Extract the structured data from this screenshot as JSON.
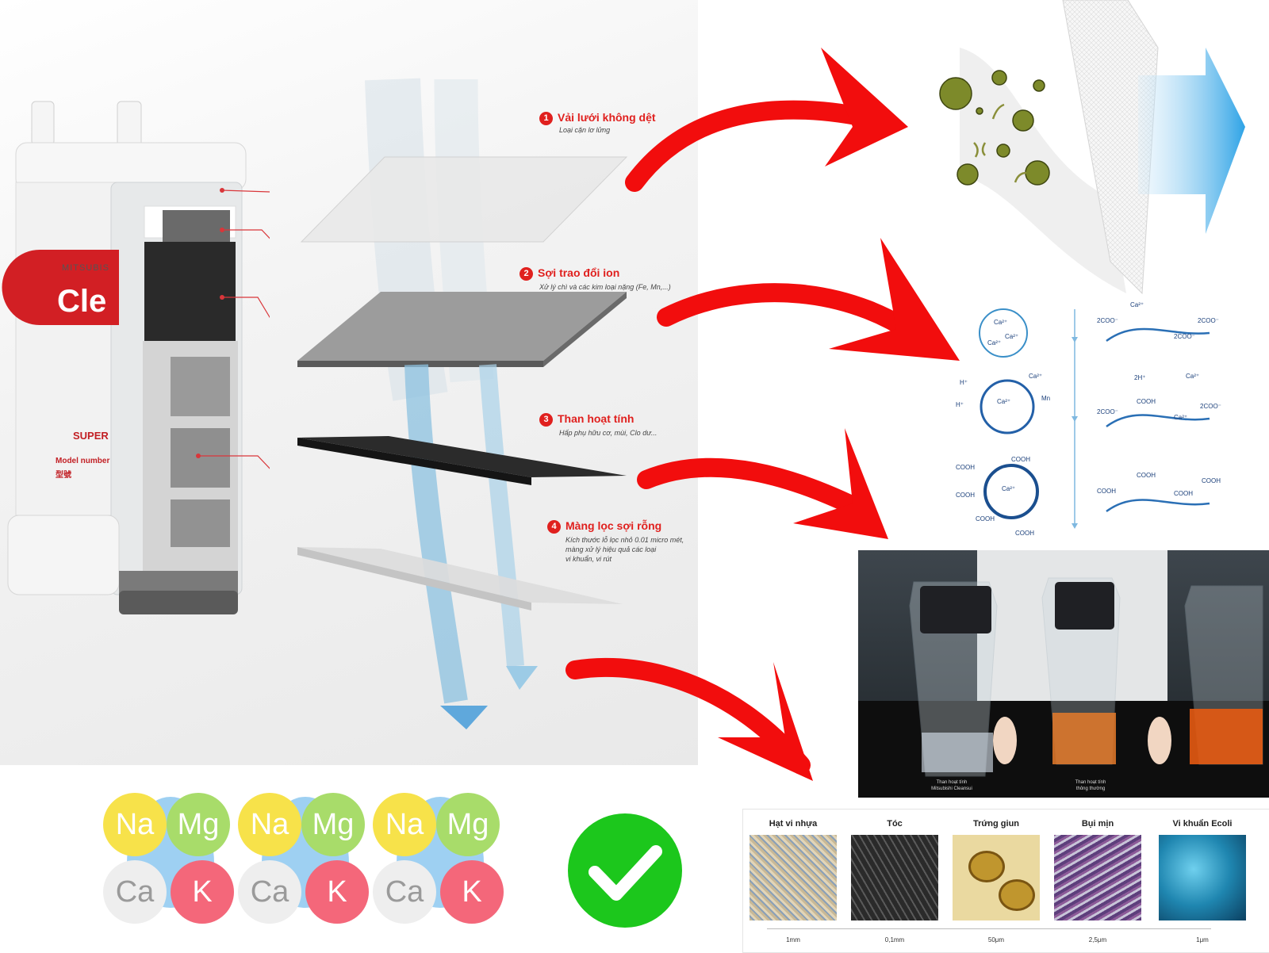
{
  "cartridge": {
    "brand_text": "MITSUBIS",
    "logo_text": "Cle",
    "super_text": "SUPER",
    "model_text": "Model number",
    "model_cjk": "型號"
  },
  "steps": [
    {
      "number": "1",
      "title": "Vải lưới không dệt",
      "desc": "Loại cặn lơ lửng"
    },
    {
      "number": "2",
      "title": "Sợi trao đổi ion",
      "desc": "Xử lý chì và các kim loại nặng (Fe, Mn,...)"
    },
    {
      "number": "3",
      "title": "Than hoạt tính",
      "desc": "Hấp phụ hữu cơ, mùi, Clo dư..."
    },
    {
      "number": "4",
      "title": "Màng lọc sợi rỗng",
      "desc_lines": [
        "Kích thước lỗ lọc nhỏ 0.01 micro mét,",
        "màng xử lý hiệu quả các loại",
        "vi khuẩn, vi rút"
      ]
    }
  ],
  "ion_exchange": {
    "ca": "Ca²⁺",
    "h": "H⁺",
    "cooh": "COOH",
    "coo": "2COO⁻",
    "two_h": "2H⁺",
    "mn": "Mn"
  },
  "jars": {
    "left_caption": [
      "Than hoạt tính",
      "Mitsubishi Cleansui"
    ],
    "right_caption": [
      "Than hoạt tính",
      "thông thường"
    ]
  },
  "contaminants": [
    {
      "name": "Hạt vi nhựa",
      "scale": "1mm",
      "color": "#b8a888"
    },
    {
      "name": "Tóc",
      "scale": "0,1mm",
      "color": "#3a3a3a"
    },
    {
      "name": "Trứng giun",
      "scale": "50μm",
      "color": "#e2cd8a"
    },
    {
      "name": "Bụi mịn",
      "scale": "2,5μm",
      "color": "#7a5a8c"
    },
    {
      "name": "Vi khuẩn Ecoli",
      "scale": "1μm",
      "color": "#2a8bb0"
    }
  ],
  "minerals": [
    {
      "symbols": [
        "Na",
        "Mg",
        "Ca",
        "K"
      ]
    },
    {
      "symbols": [
        "Na",
        "Mg",
        "Ca",
        "K"
      ]
    },
    {
      "symbols": [
        "Na",
        "Mg",
        "Ca",
        "K"
      ]
    }
  ],
  "mineral_colors": {
    "Na": "#f7e24a",
    "Mg": "#a8dc6a",
    "Ca": "#eeeeee",
    "K": "#f4677a"
  },
  "colors": {
    "arrow_red": "#f20d0d",
    "check_green": "#1cc71c",
    "water_blue": "#7ab6dc",
    "accent_red": "#e0201e"
  }
}
